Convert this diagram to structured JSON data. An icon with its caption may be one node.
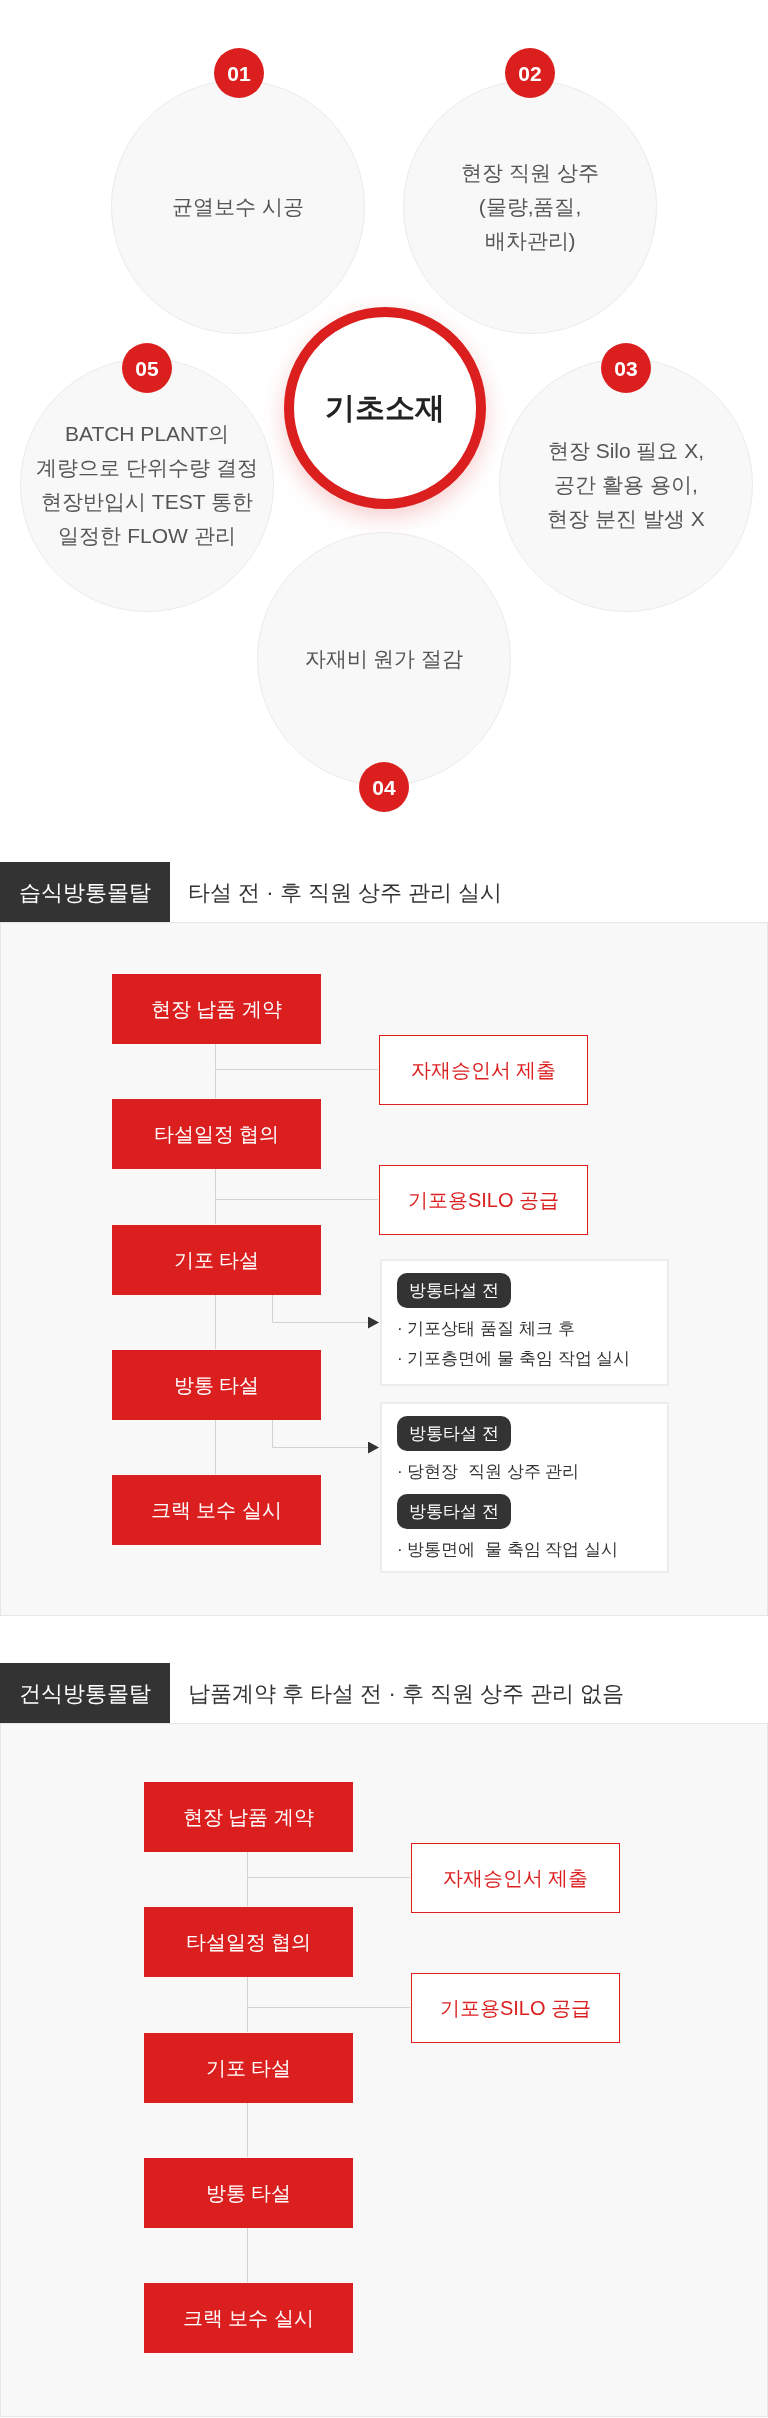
{
  "diagram": {
    "nodes": [
      {
        "text": [
          "01"
        ]
      },
      {
        "text": [
          "균열보수 시공"
        ]
      },
      {
        "text": [
          "02"
        ]
      },
      {
        "text": [
          "현장 직원 상주 (물량,품질, 배차관리)"
        ]
      },
      {
        "text": [
          "기초소재"
        ]
      },
      {
        "text": [
          "05"
        ]
      },
      {
        "text": [
          "BATCH PLANT의 계량으로 단위수량 결정 현장반입시 TEST 통한 일정한 FLOW 관리"
        ]
      },
      {
        "text": [
          "03"
        ]
      },
      {
        "text": [
          "현장 Silo 필요 X, 공간 활용 용이, 현장 분진 발생 X"
        ]
      },
      {
        "text": [
          "자재비 원가 절감"
        ]
      },
      {
        "text": [
          "04"
        ]
      },
      {
        "text": [
          "습식방통몰탈"
        ],
        "beside": [
          "타설 전 · 후 직원 상주 관리 실시"
        ]
      },
      {
        "text": [],
        "shape": "box"
      },
      {
        "text": [
          "현장 납품 계약"
        ],
        "in": 12
      },
      {
        "text": [
          "자재승인서 제출"
        ],
        "in": 12
      },
      {
        "text": [
          "타설일정 협의"
        ],
        "in": 12
      },
      {
        "text": [
          "기포용SILO 공급"
        ],
        "in": 12
      },
      {
        "text": [
          "기포 타설"
        ],
        "in": 12
      },
      {
        "text": [
          "· 기포상태 품질 체크 후",
          "· 기포층면에 물 축임 작업 실시"
        ],
        "in": 12
      },
      {
        "text": [
          "방통타설 전"
        ],
        "in": 18
      },
      {
        "text": [
          "방통 타설"
        ],
        "in": 12
      },
      {
        "text": [
          "· 당현장  직원 상주 관리",
          "· 방통면에  물 축임 작업 실시"
        ],
        "in": 12
      },
      {
        "text": [
          "방통타설 전"
        ],
        "in": 21
      },
      {
        "text": [
          "방통타설 전"
        ],
        "in": 21
      },
      {
        "text": [
          "크랙 보수 실시"
        ],
        "in": 12
      },
      {
        "text": [
          "건식방통몰탈"
        ],
        "beside": [
          "납품계약 후 타설 전 · 후 직원 상주 관리 없음"
        ]
      },
      {
        "text": [],
        "shape": "box"
      },
      {
        "text": [
          "현장 납품 계약"
        ],
        "in": 26
      },
      {
        "text": [
          "자재승인서 제출"
        ],
        "in": 26
      },
      {
        "text": [
          "타설일정 협의"
        ],
        "in": 26
      },
      {
        "text": [
          "기포용SILO 공급"
        ],
        "in": 26
      },
      {
        "text": [
          "기포 타설"
        ],
        "in": 26
      },
      {
        "text": [
          "방통 타설"
        ],
        "in": 26
      },
      {
        "text": [
          "크랙 보수 실시"
        ],
        "in": 26
      }
    ],
    "edges": [
      {
        "from": 13,
        "to": 15,
        "arrow": "none"
      },
      {
        "from": 13,
        "to": 14,
        "arrow": "none"
      },
      {
        "from": 15,
        "to": 17,
        "arrow": "none"
      },
      {
        "from": 15,
        "to": 16,
        "arrow": "none"
      },
      {
        "from": 17,
        "to": 20,
        "arrow": "none"
      },
      {
        "from": 17,
        "to": 18,
        "arrow": "to"
      },
      {
        "from": 20,
        "to": 24,
        "arrow": "none"
      },
      {
        "from": 20,
        "to": 21,
        "arrow": "to"
      },
      {
        "from": 27,
        "to": 29,
        "arrow": "none"
      },
      {
        "from": 27,
        "to": 28,
        "arrow": "none"
      },
      {
        "from": 29,
        "to": 31,
        "arrow": "none"
      },
      {
        "from": 29,
        "to": 30,
        "arrow": "none"
      },
      {
        "from": 31,
        "to": 32,
        "arrow": "none"
      },
      {
        "from": 32,
        "to": 33,
        "arrow": "none"
      }
    ]
  }
}
